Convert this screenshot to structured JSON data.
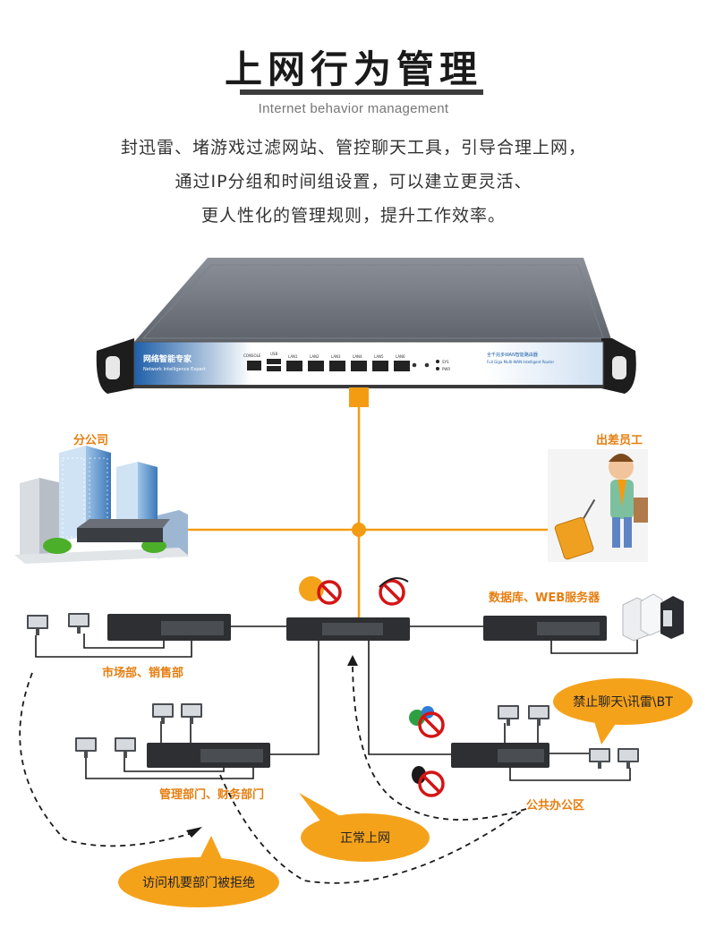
{
  "header": {
    "title": "上网行为管理",
    "subtitle": "Internet behavior management"
  },
  "description": {
    "line1": "封迅雷、堵游戏过滤网站、管控聊天工具，引导合理上网，",
    "line2": "通过IP分组和时间组设置，可以建立更灵活、",
    "line3": "更人性化的管理规则，提升工作效率。"
  },
  "device": {
    "brand": "网络智能专家",
    "brand_en": "Network Intelligence Expert",
    "model": "全千兆多WAN智能路由器",
    "model_en": "Full Giga Multi-WAN Intelligent Router",
    "console_label": "CONSOLE",
    "usb_label": "USB",
    "ports": [
      "LAN1",
      "LAN2",
      "LAN3",
      "LAN4",
      "LAN5",
      "LAN6"
    ],
    "led_labels": [
      "SYS",
      "PWR"
    ]
  },
  "nodes": {
    "branch": "分公司",
    "traveler": "出差员工",
    "servers": "数据库、WEB服务器",
    "marketing": "市场部、销售部",
    "management": "管理部门、财务部门",
    "public": "公共办公区"
  },
  "bubbles": {
    "normal": "正常上网",
    "denied": "访问机要部门被拒绝",
    "banned": "禁止聊天\\讯雷\\BT"
  },
  "colors": {
    "accent": "#f39c12",
    "label": "#e67e10",
    "bubble": "#f5a21b",
    "device_blue": "#1f5fa8"
  },
  "icons": [
    "no-thunder-icon",
    "no-game-icon",
    "no-chat-icon",
    "no-qq-icon"
  ]
}
